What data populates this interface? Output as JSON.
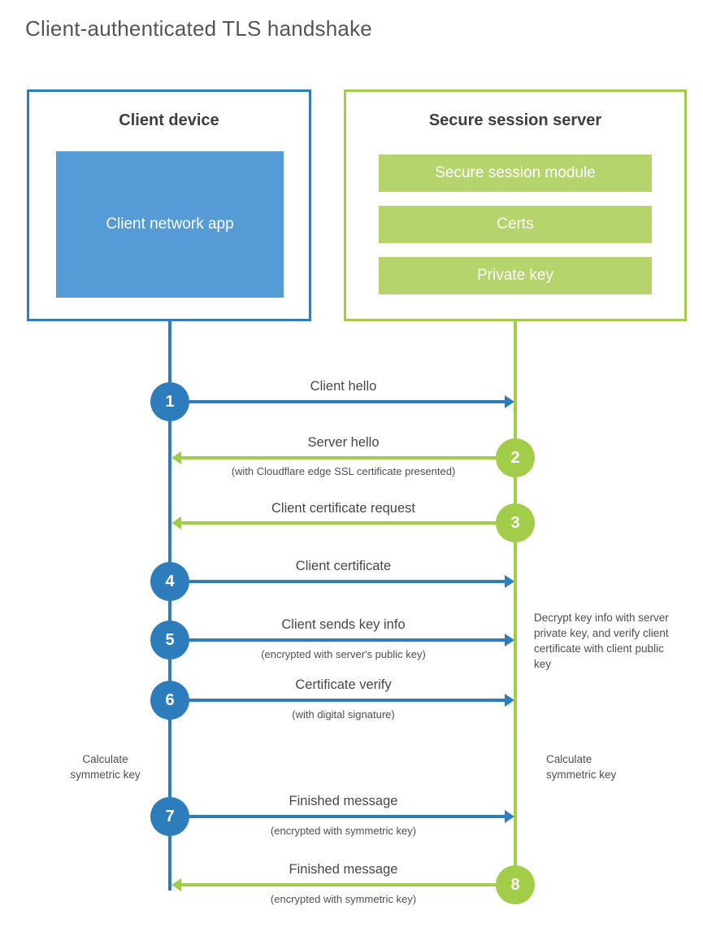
{
  "title": "Client-authenticated TLS handshake",
  "colors": {
    "blue": "#2d7dbd",
    "blue_fill": "#559bd6",
    "green": "#a2cd49",
    "green_fill": "#b5d56c"
  },
  "client": {
    "title": "Client device",
    "app_label": "Client network app"
  },
  "server": {
    "title": "Secure session server",
    "modules": [
      "Secure session module",
      "Certs",
      "Private key"
    ]
  },
  "messages": [
    {
      "number": "1",
      "from": "client",
      "to": "server",
      "label": "Client hello",
      "sublabel": ""
    },
    {
      "number": "2",
      "from": "server",
      "to": "client",
      "label": "Server hello",
      "sublabel": "(with Cloudflare edge SSL certificate presented)"
    },
    {
      "number": "3",
      "from": "server",
      "to": "client",
      "label": "Client certificate request",
      "sublabel": ""
    },
    {
      "number": "4",
      "from": "client",
      "to": "server",
      "label": "Client certificate",
      "sublabel": ""
    },
    {
      "number": "5",
      "from": "client",
      "to": "server",
      "label": "Client sends key info",
      "sublabel": "(encrypted with server's public key)"
    },
    {
      "number": "6",
      "from": "client",
      "to": "server",
      "label": "Certificate verify",
      "sublabel": "(with digital signature)"
    },
    {
      "number": "7",
      "from": "client",
      "to": "server",
      "label": "Finished message",
      "sublabel": "(encrypted with symmetric key)"
    },
    {
      "number": "8",
      "from": "server",
      "to": "client",
      "label": "Finished message",
      "sublabel": "(encrypted with symmetric key)"
    }
  ],
  "notes": {
    "decrypt_note": "Decrypt key info with server private key, and verify client certificate with client public key",
    "calc_left": "Calculate symmetric key",
    "calc_right": "Calculate symmetric key"
  }
}
